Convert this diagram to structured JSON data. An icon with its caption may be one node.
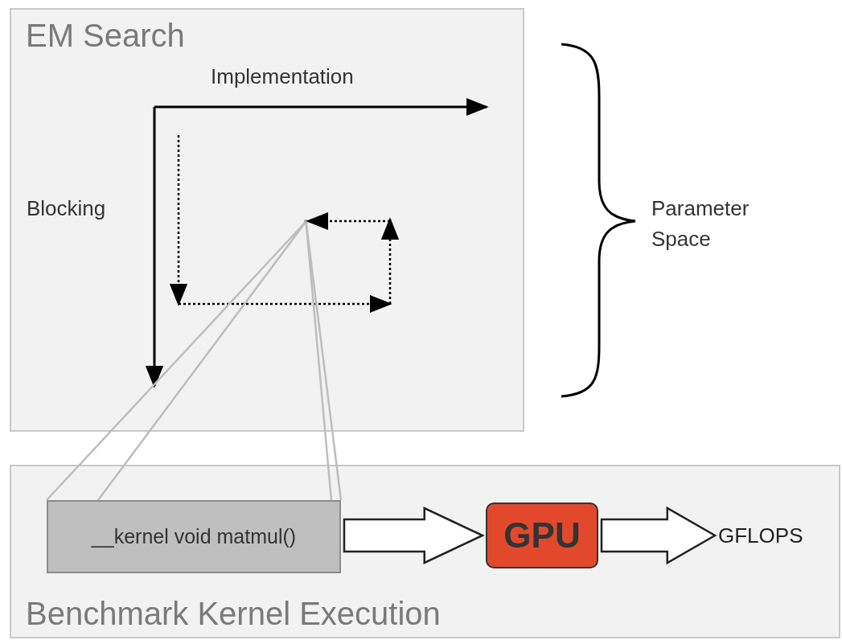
{
  "diagram": {
    "nodes": [
      {
        "text": [
          "EM Search"
        ]
      },
      {
        "text": [],
        "shape": "point",
        "in": 0
      },
      {
        "text": [
          "Benchmark Kernel Execution"
        ]
      },
      {
        "text": [
          "__kernel void matmul()"
        ],
        "in": 2
      },
      {
        "text": [
          "GPU"
        ],
        "in": 2
      },
      {
        "text": [
          "GFLOPS"
        ],
        "in": 2
      }
    ],
    "edges": [
      {
        "from": 1,
        "to": 3,
        "arrow": "none"
      },
      {
        "from": 3,
        "to": 4,
        "arrow": "to"
      },
      {
        "from": 4,
        "to": 5,
        "arrow": "to"
      }
    ],
    "labels": [
      "Implementation",
      "Blocking",
      "Parameter Space"
    ]
  }
}
